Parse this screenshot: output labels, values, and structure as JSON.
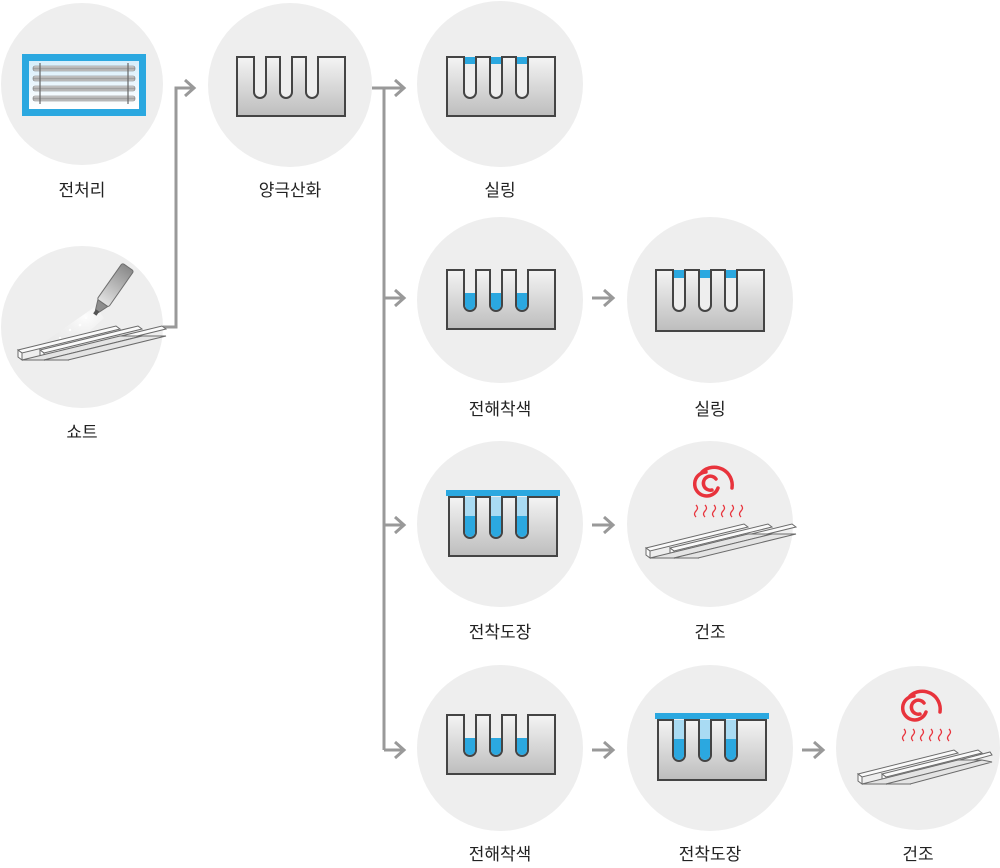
{
  "diagram": {
    "title": "",
    "colors": {
      "circle": "#eeeeee",
      "arrow": "#999999",
      "blue": "#2ba8e0",
      "light_blue": "#a9dbf3",
      "metal_dark": "#555555",
      "metal_light": "#c9c9c9",
      "heat_red": "#e8333c"
    },
    "steps": {
      "pretreatment": {
        "label": "전처리",
        "icon": "rack-icon"
      },
      "shot": {
        "label": "쇼트",
        "icon": "spray-gun-icon"
      },
      "anodizing": {
        "label": "양극산화",
        "icon": "porous-layer-icon"
      },
      "sealing_1": {
        "label": "실링",
        "icon": "sealed-pores-icon"
      },
      "electrolytic_coloring_1": {
        "label": "전해착색",
        "icon": "colored-pores-icon"
      },
      "sealing_2": {
        "label": "실링",
        "icon": "sealed-pores-icon"
      },
      "electrodeposition_1": {
        "label": "전착도장",
        "icon": "coated-pores-icon"
      },
      "drying_1": {
        "label": "건조",
        "icon": "heat-dry-icon"
      },
      "electrolytic_coloring_2": {
        "label": "전해착색",
        "icon": "colored-pores-icon"
      },
      "electrodeposition_2": {
        "label": "전착도장",
        "icon": "coated-pores-icon"
      },
      "drying_2": {
        "label": "건조",
        "icon": "heat-dry-icon"
      }
    }
  }
}
